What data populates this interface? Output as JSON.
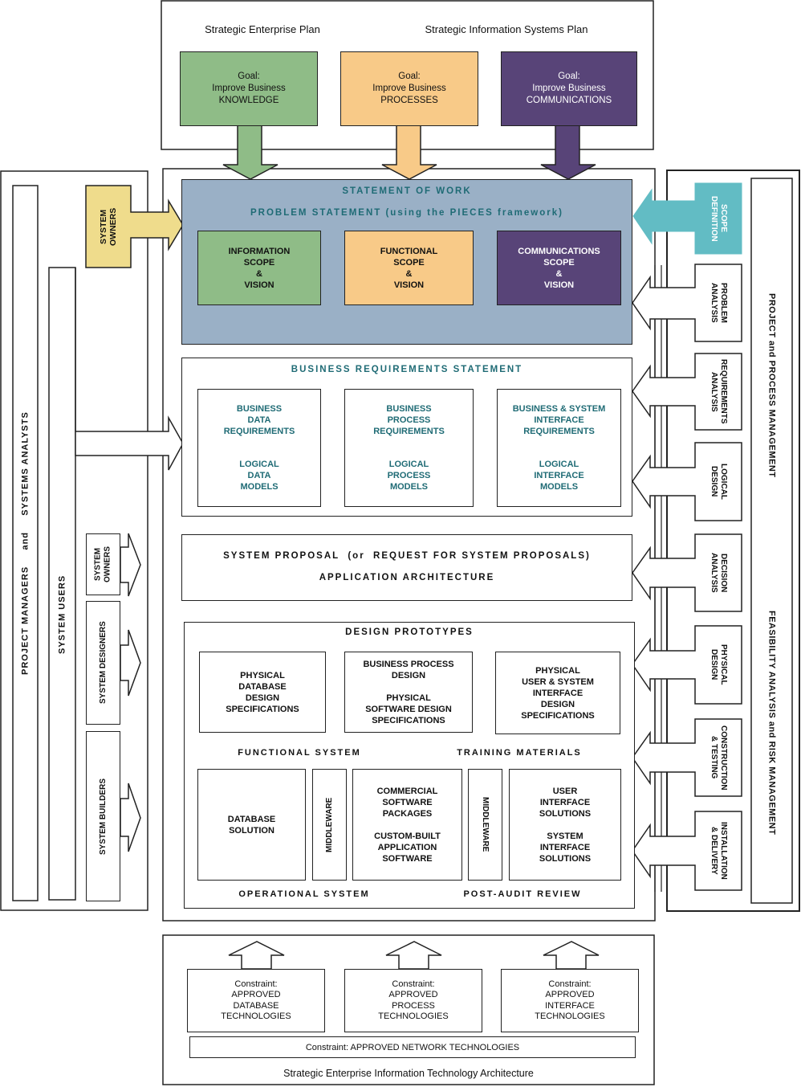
{
  "top": {
    "plan_enterprise": "Strategic Enterprise Plan",
    "plan_is": "Strategic Information Systems Plan",
    "goals": [
      "Goal:\nImprove Business\nKNOWLEDGE",
      "Goal:\nImprove Business\nPROCESSES",
      "Goal:\nImprove Business\nCOMMUNICATIONS"
    ]
  },
  "left": {
    "analysts": "PROJECT MANAGERS     and     SYSTEMS ANALYSTS",
    "users": "SYSTEM USERS",
    "owners_top": "SYSTEM\nOWNERS",
    "owners": "SYSTEM\nOWNERS",
    "designers": "SYSTEM DESIGNERS",
    "builders": "SYSTEM BUILDERS"
  },
  "sow": {
    "title": "STATEMENT OF WORK",
    "problem": "PROBLEM STATEMENT (using the PIECES framework)",
    "boxes": [
      "INFORMATION\nSCOPE\n&\nVISION",
      "FUNCTIONAL\nSCOPE\n&\nVISION",
      "COMMUNICATIONS\nSCOPE\n&\nVISION"
    ]
  },
  "brs": {
    "title": "BUSINESS REQUIREMENTS STATEMENT",
    "boxes": [
      {
        "req": "BUSINESS\nDATA\nREQUIREMENTS",
        "model": "LOGICAL\nDATA\nMODELS"
      },
      {
        "req": "BUSINESS\nPROCESS\nREQUIREMENTS",
        "model": "LOGICAL\nPROCESS\nMODELS"
      },
      {
        "req": "BUSINESS & SYSTEM\nINTERFACE\nREQUIREMENTS",
        "model": "LOGICAL\nINTERFACE\nMODELS"
      }
    ]
  },
  "proposal": {
    "line1": "SYSTEM PROPOSAL  (or  REQUEST FOR SYSTEM PROPOSALS)",
    "line2": "APPLICATION ARCHITECTURE"
  },
  "design": {
    "title": "DESIGN PROTOTYPES",
    "boxes": [
      "PHYSICAL\nDATABASE\nDESIGN\nSPECIFICATIONS",
      "BUSINESS PROCESS\nDESIGN\n\nPHYSICAL\nSOFTWARE DESIGN\nSPECIFICATIONS",
      "PHYSICAL\nUSER & SYSTEM\nINTERFACE\nDESIGN\nSPECIFICATIONS"
    ],
    "functional": "FUNCTIONAL SYSTEM",
    "training": "TRAINING MATERIALS",
    "database": "DATABASE\nSOLUTION",
    "middleware": "MIDDLEWARE",
    "packages": "COMMERCIAL\nSOFTWARE\nPACKAGES\n\nCUSTOM-BUILT\nAPPLICATION\nSOFTWARE",
    "ui": "USER\nINTERFACE\nSOLUTIONS\n\nSYSTEM\nINTERFACE\nSOLUTIONS",
    "operational": "OPERATIONAL SYSTEM",
    "postaudit": "POST-AUDIT REVIEW"
  },
  "right": {
    "scope": "SCOPE\nDEFINITION",
    "phases": [
      "PROBLEM\nANALYSIS",
      "REQUIREMENTS\nANALYSIS",
      "LOGICAL\nDESIGN",
      "DECISION\nANALYSIS",
      "PHYSICAL\nDESIGN",
      "CONSTRUCTION\n& TESTING",
      "INSTALLATION\n& DELIVERY"
    ],
    "mgmt1": "PROJECT and PROCESS MANAGEMENT",
    "mgmt2": "FEASIBILITY ANALYSIS and RISK MANAGEMENT"
  },
  "bottom": {
    "constraints": [
      "Constraint:\nAPPROVED\nDATABASE\nTECHNOLOGIES",
      "Constraint:\nAPPROVED\nPROCESS\nTECHNOLOGIES",
      "Constraint:\nAPPROVED\nINTERFACE\nTECHNOLOGIES"
    ],
    "network": "Constraint: APPROVED NETWORK TECHNOLOGIES",
    "caption": "Strategic Enterprise Information Technology Architecture"
  },
  "colors": {
    "green": "#8fbc87",
    "orange": "#f8ca88",
    "purple": "#584478",
    "steel": "#9ab0c6",
    "yellow": "#efdc8c",
    "cyan": "#62bcc4",
    "teal_text": "#1f6b75"
  }
}
